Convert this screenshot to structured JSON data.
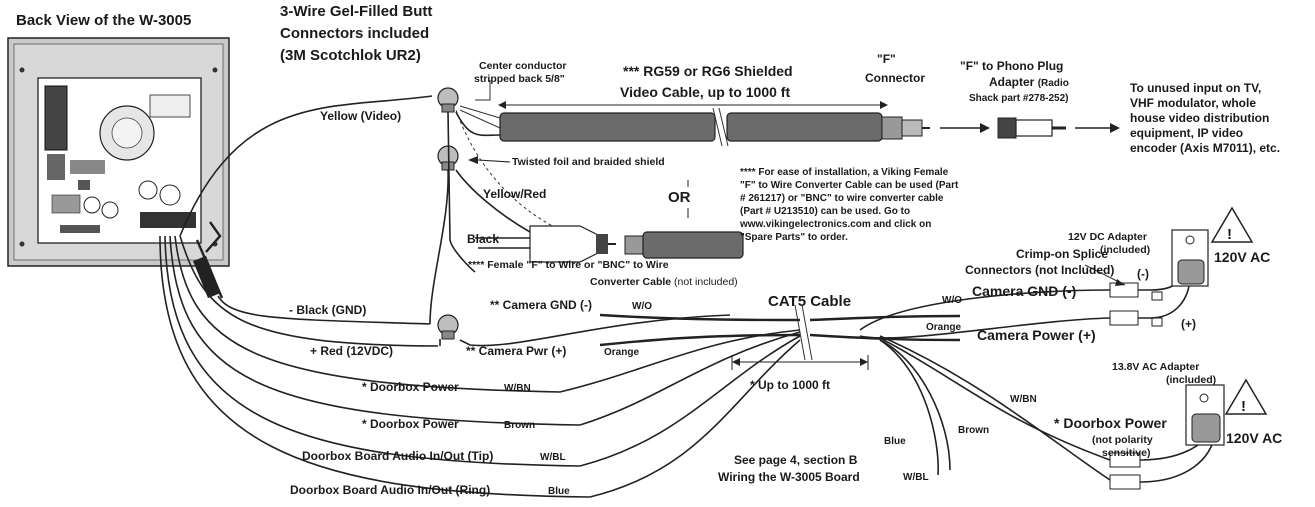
{
  "colors": {
    "ink": "#1a1a1a",
    "cable": "#6b6b6b",
    "panel": "#c9c9c9",
    "board": "#ffffff"
  },
  "titles": {
    "back_view": "Back View of the W-3005",
    "connectors_l1": "3-Wire Gel-Filled Butt",
    "connectors_l2": "Connectors included",
    "connectors_l3": "(3M Scotchlok UR2)"
  },
  "coax": {
    "center_l1": "Center conductor",
    "center_l2": "stripped back 5/8\"",
    "cable_l1": "*** RG59 or RG6 Shielded",
    "cable_l2": "Video Cable, up to 1000 ft",
    "f_l1": "\"F\"",
    "f_l2": "Connector",
    "adapter_l1": "\"F\" to Phono Plug",
    "adapter_l2a": "Adapter ",
    "adapter_l2b": "(Radio",
    "adapter_l3": "Shack part #278-252)",
    "dest_l1": "To unused input on TV,",
    "dest_l2": "VHF modulator, whole",
    "dest_l3": "house video distribution",
    "dest_l4": "equipment, IP video",
    "dest_l5": "encoder (Axis M7011), etc.",
    "shield": "Twisted foil and braided shield",
    "or": "OR"
  },
  "note": {
    "l1": "**** For ease of installation, a Viking Female",
    "l2": "\"F\" to Wire Converter Cable can be used (Part",
    "l3": "# 261217) or \"BNC\" to wire converter cable",
    "l4": "(Part # U213510) can be used. Go to",
    "l5": "www.vikingelectronics.com and click on",
    "l6": "\"Spare Parts\" to order."
  },
  "converter": {
    "l1": "**** Female \"F\" to Wire or \"BNC\" to Wire",
    "l2a": "Converter Cable ",
    "l2b": "(not included)"
  },
  "wires": {
    "yellow": "Yellow (Video)",
    "yellow_red": "Yellow/Red",
    "black": "Black",
    "black_gnd": "- Black (GND)",
    "red": "+ Red (12VDC)",
    "cam_gnd": "** Camera GND (-)",
    "cam_gnd_code": "W/O",
    "cam_pwr": "** Camera Pwr (+)",
    "cam_pwr_code": "Orange",
    "door1": "* Doorbox Power",
    "door1_code": "W/BN",
    "door2": "* Doorbox Power",
    "door2_code": "Brown",
    "tip": "Doorbox Board Audio In/Out (Tip)",
    "tip_code": "W/BL",
    "ring": "Doorbox Board Audio In/Out (Ring)",
    "ring_code": "Blue"
  },
  "cat5": {
    "label": "CAT5 Cable",
    "upto": "* Up to 1000 ft",
    "blue": "Blue",
    "wbl": "W/BL",
    "wbn": "W/BN",
    "brown": "Brown",
    "wo": "W/O",
    "orange": "Orange",
    "see_l1": "See page 4, section B",
    "see_l2": "Wiring the W-3005 Board"
  },
  "right": {
    "dc_l1": "12V DC Adapter",
    "dc_l2": "(included)",
    "crimp_l1": "Crimp-on Splice",
    "crimp_l2": "Connectors (not Included)",
    "neg": "(-)",
    "pos": "(+)",
    "cam_gnd": "Camera GND (-)",
    "cam_pwr": "Camera Power (+)",
    "v120_a": "120V AC",
    "ac_l1": "13.8V AC Adapter",
    "ac_l2": "(included)",
    "door_l1": "* Doorbox Power",
    "door_l2": "(not polarity",
    "door_l3": "sensitive)",
    "v120_b": "120V AC",
    "warn": "!"
  }
}
